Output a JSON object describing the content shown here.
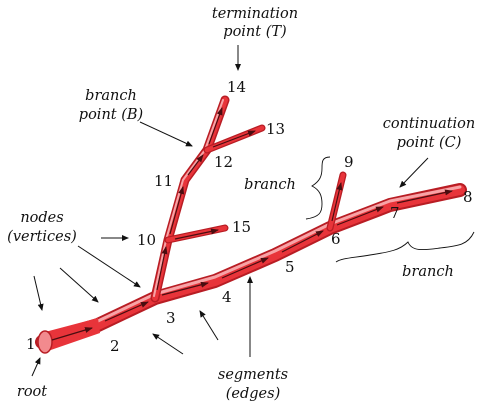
{
  "labels": {
    "termination_l1": "termination",
    "termination_l2": "point (T)",
    "branch_point_l1": "branch",
    "branch_point_l2": "point (B)",
    "continuation_l1": "continuation",
    "continuation_l2": "point (C)",
    "nodes_l1": "nodes",
    "nodes_l2": "(vertices)",
    "branch_left": "branch",
    "branch_right": "branch",
    "segments_l1": "segments",
    "segments_l2": "(edges)",
    "root": "root"
  },
  "nodes": [
    "1",
    "2",
    "3",
    "4",
    "5",
    "6",
    "7",
    "8",
    "9",
    "10",
    "11",
    "12",
    "13",
    "14",
    "15"
  ],
  "colors": {
    "tube": "#e8343a",
    "tube_dark": "#b81d24",
    "tube_light": "#f7a3a6",
    "ink": "#111111"
  }
}
